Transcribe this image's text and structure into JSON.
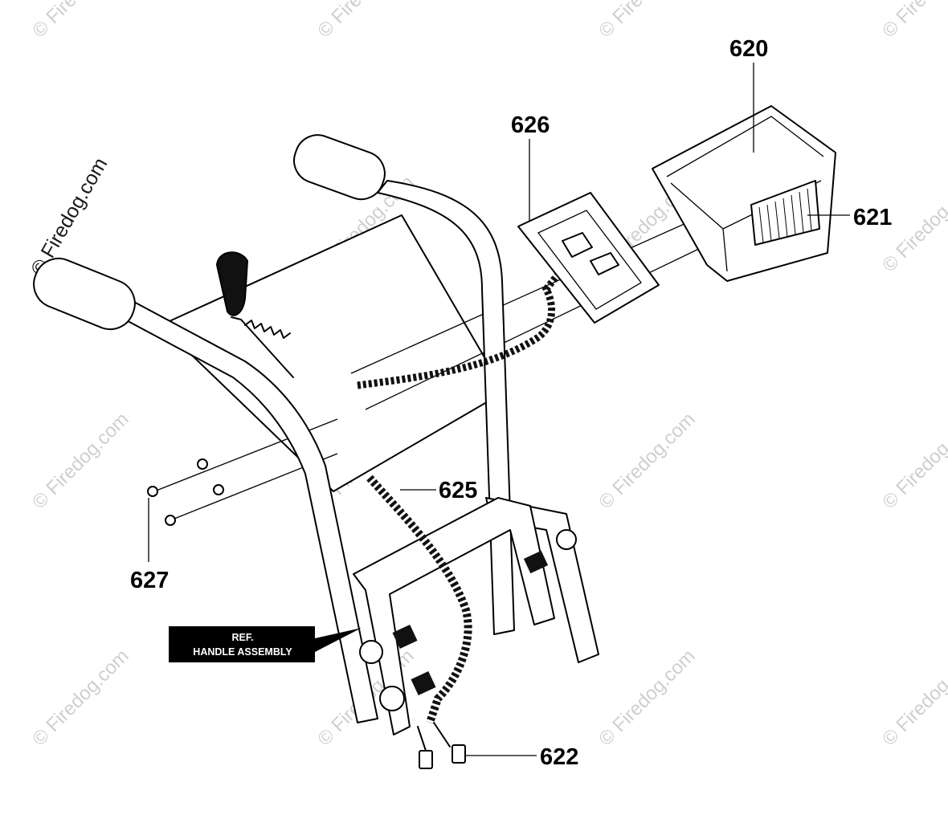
{
  "callouts": {
    "c620": "620",
    "c621": "621",
    "c622": "622",
    "c625": "625",
    "c626": "626",
    "c627": "627"
  },
  "ref_label": {
    "line1": "REF.",
    "line2": "HANDLE ASSEMBLY"
  },
  "watermark": {
    "main": "© Firedog.com",
    "repeat": "© Firedog.com"
  },
  "colors": {
    "ink": "#000000",
    "watermark": "#cfcfcf",
    "label_bg": "#000000",
    "label_text": "#ffffff"
  }
}
